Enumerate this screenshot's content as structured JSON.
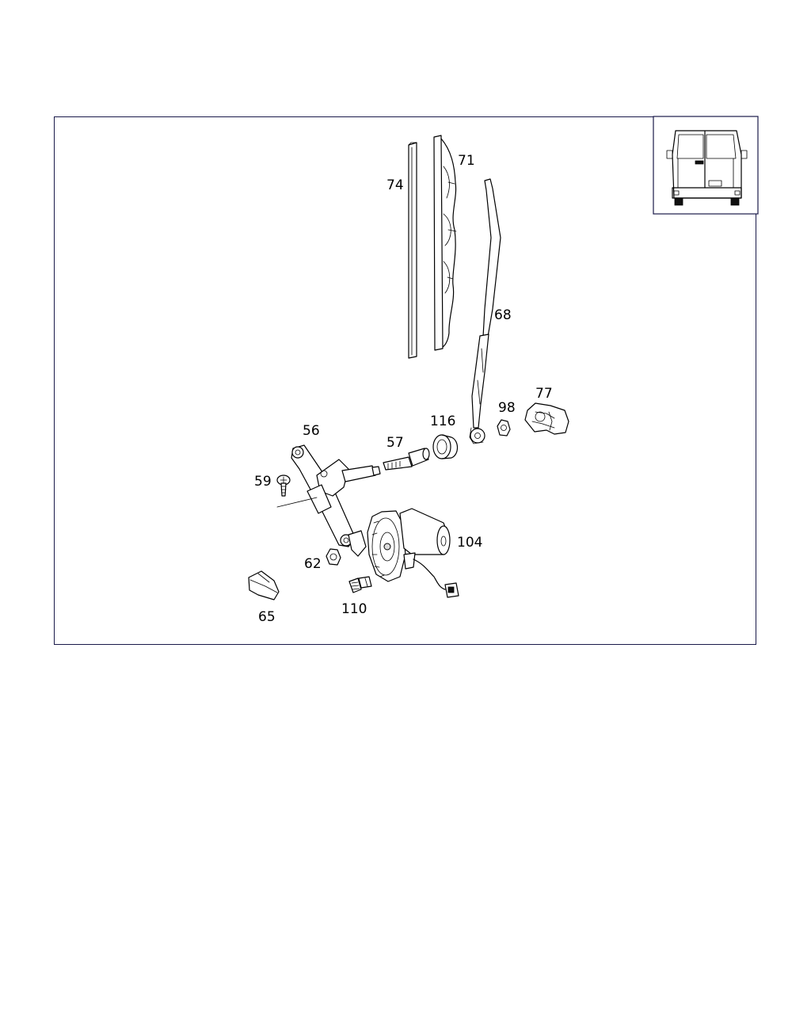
{
  "diagram": {
    "parts": [
      {
        "id": "74",
        "label": "74"
      },
      {
        "id": "71",
        "label": "71"
      },
      {
        "id": "68",
        "label": "68"
      },
      {
        "id": "77",
        "label": "77"
      },
      {
        "id": "98",
        "label": "98"
      },
      {
        "id": "116",
        "label": "116"
      },
      {
        "id": "57",
        "label": "57"
      },
      {
        "id": "56",
        "label": "56"
      },
      {
        "id": "59",
        "label": "59"
      },
      {
        "id": "104",
        "label": "104"
      },
      {
        "id": "62",
        "label": "62"
      },
      {
        "id": "110",
        "label": "110"
      },
      {
        "id": "65",
        "label": "65"
      }
    ]
  }
}
